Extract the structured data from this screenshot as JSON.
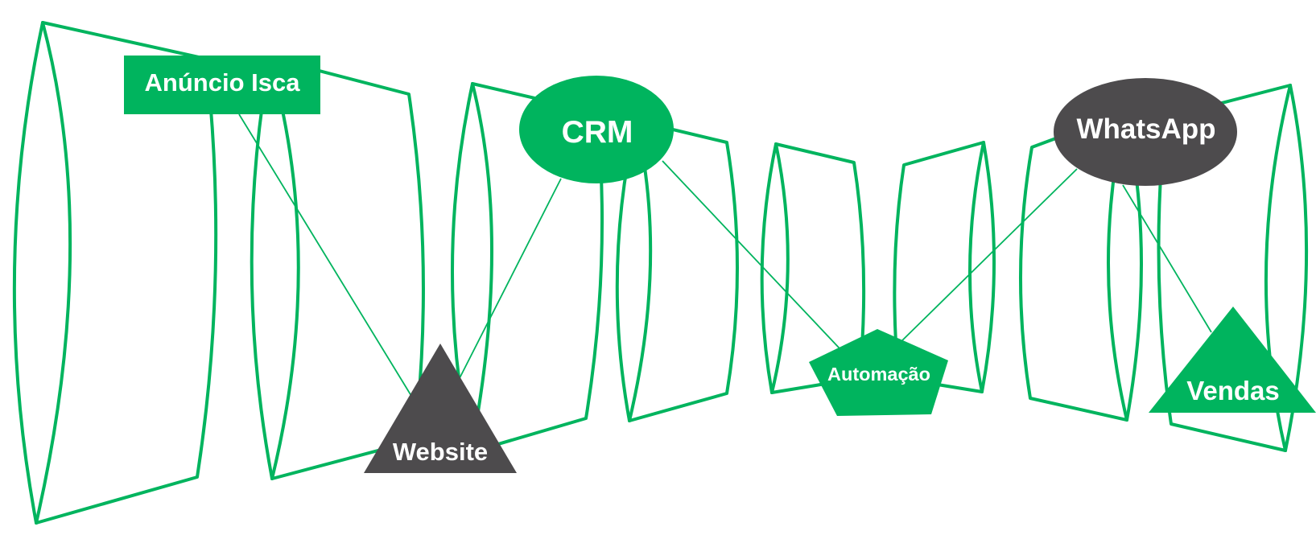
{
  "diagram": {
    "colors": {
      "accent_green": "#00B45E",
      "dark_gray": "#4D4B4D",
      "node_text": "#FFFFFF",
      "background": "#FFFFFF"
    },
    "nodes": [
      {
        "id": "anuncio_isca",
        "label": "Anúncio Isca",
        "shape": "rectangle",
        "fill": "accent_green"
      },
      {
        "id": "website",
        "label": "Website",
        "shape": "triangle",
        "fill": "dark_gray"
      },
      {
        "id": "crm",
        "label": "CRM",
        "shape": "ellipse",
        "fill": "accent_green"
      },
      {
        "id": "automacao",
        "label": "Automação",
        "shape": "pentagon",
        "fill": "accent_green"
      },
      {
        "id": "whatsapp",
        "label": "WhatsApp",
        "shape": "ellipse",
        "fill": "dark_gray"
      },
      {
        "id": "vendas",
        "label": "Vendas",
        "shape": "triangle",
        "fill": "accent_green"
      }
    ],
    "edges": [
      {
        "from": "anuncio_isca",
        "to": "website"
      },
      {
        "from": "crm",
        "to": "website"
      },
      {
        "from": "crm",
        "to": "automacao"
      },
      {
        "from": "whatsapp",
        "to": "automacao"
      },
      {
        "from": "whatsapp",
        "to": "vendas"
      }
    ],
    "background_panels": {
      "count": 8,
      "style": "folded-page outlines"
    }
  }
}
